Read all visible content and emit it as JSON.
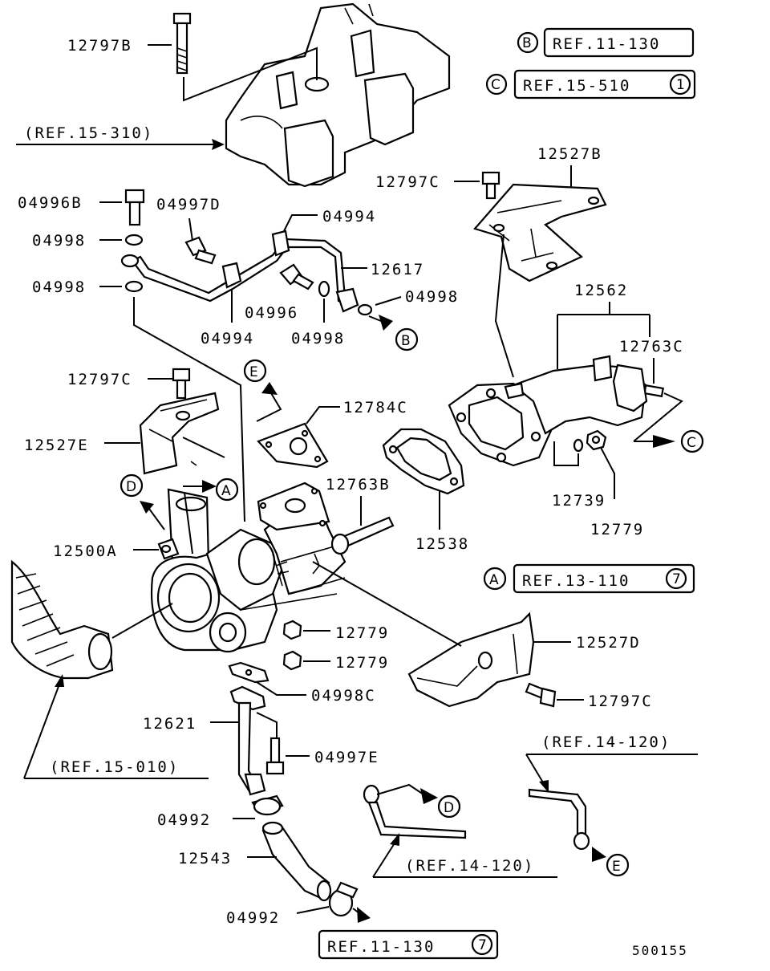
{
  "diagram_id": "500155",
  "callouts": {
    "c12797B": "12797B",
    "c12797C_top": "12797C",
    "c12527B": "12527B",
    "c04996B": "04996B",
    "c04997D": "04997D",
    "c04994_top": "04994",
    "c04998_a": "04998",
    "c04998_b": "04998",
    "c12617": "12617",
    "c04996": "04996",
    "c04998_c": "04998",
    "c04994_bottom": "04994",
    "c04998_d": "04998",
    "c12562": "12562",
    "c12763C": "12763C",
    "c12797C_mid": "12797C",
    "c12784C": "12784C",
    "c12527E": "12527E",
    "c12739": "12739",
    "c12779_right": "12779",
    "c12763B": "12763B",
    "c12538": "12538",
    "c12500A": "12500A",
    "c12779_a": "12779",
    "c12779_b": "12779",
    "c12527D": "12527D",
    "c04998C": "04998C",
    "c12797C_bottom": "12797C",
    "c12621": "12621",
    "c04997E": "04997E",
    "c04992_a": "04992",
    "c12543": "12543",
    "c04992_b": "04992"
  },
  "references": {
    "ref_b_box": "REF.11-130",
    "ref_c_box": "REF.15-510",
    "ref_c_num": "1",
    "ref_a_box": "REF.13-110",
    "ref_a_num": "7",
    "ref_bottom_box": "REF.11-130",
    "ref_bottom_num": "7",
    "ref_15_310": "(REF.15-310)",
    "ref_15_010": "(REF.15-010)",
    "ref_14_120_right": "(REF.14-120)",
    "ref_14_120_mid": "(REF.14-120)"
  },
  "markers": {
    "A": "A",
    "B": "B",
    "C": "C",
    "D": "D",
    "E": "E"
  }
}
